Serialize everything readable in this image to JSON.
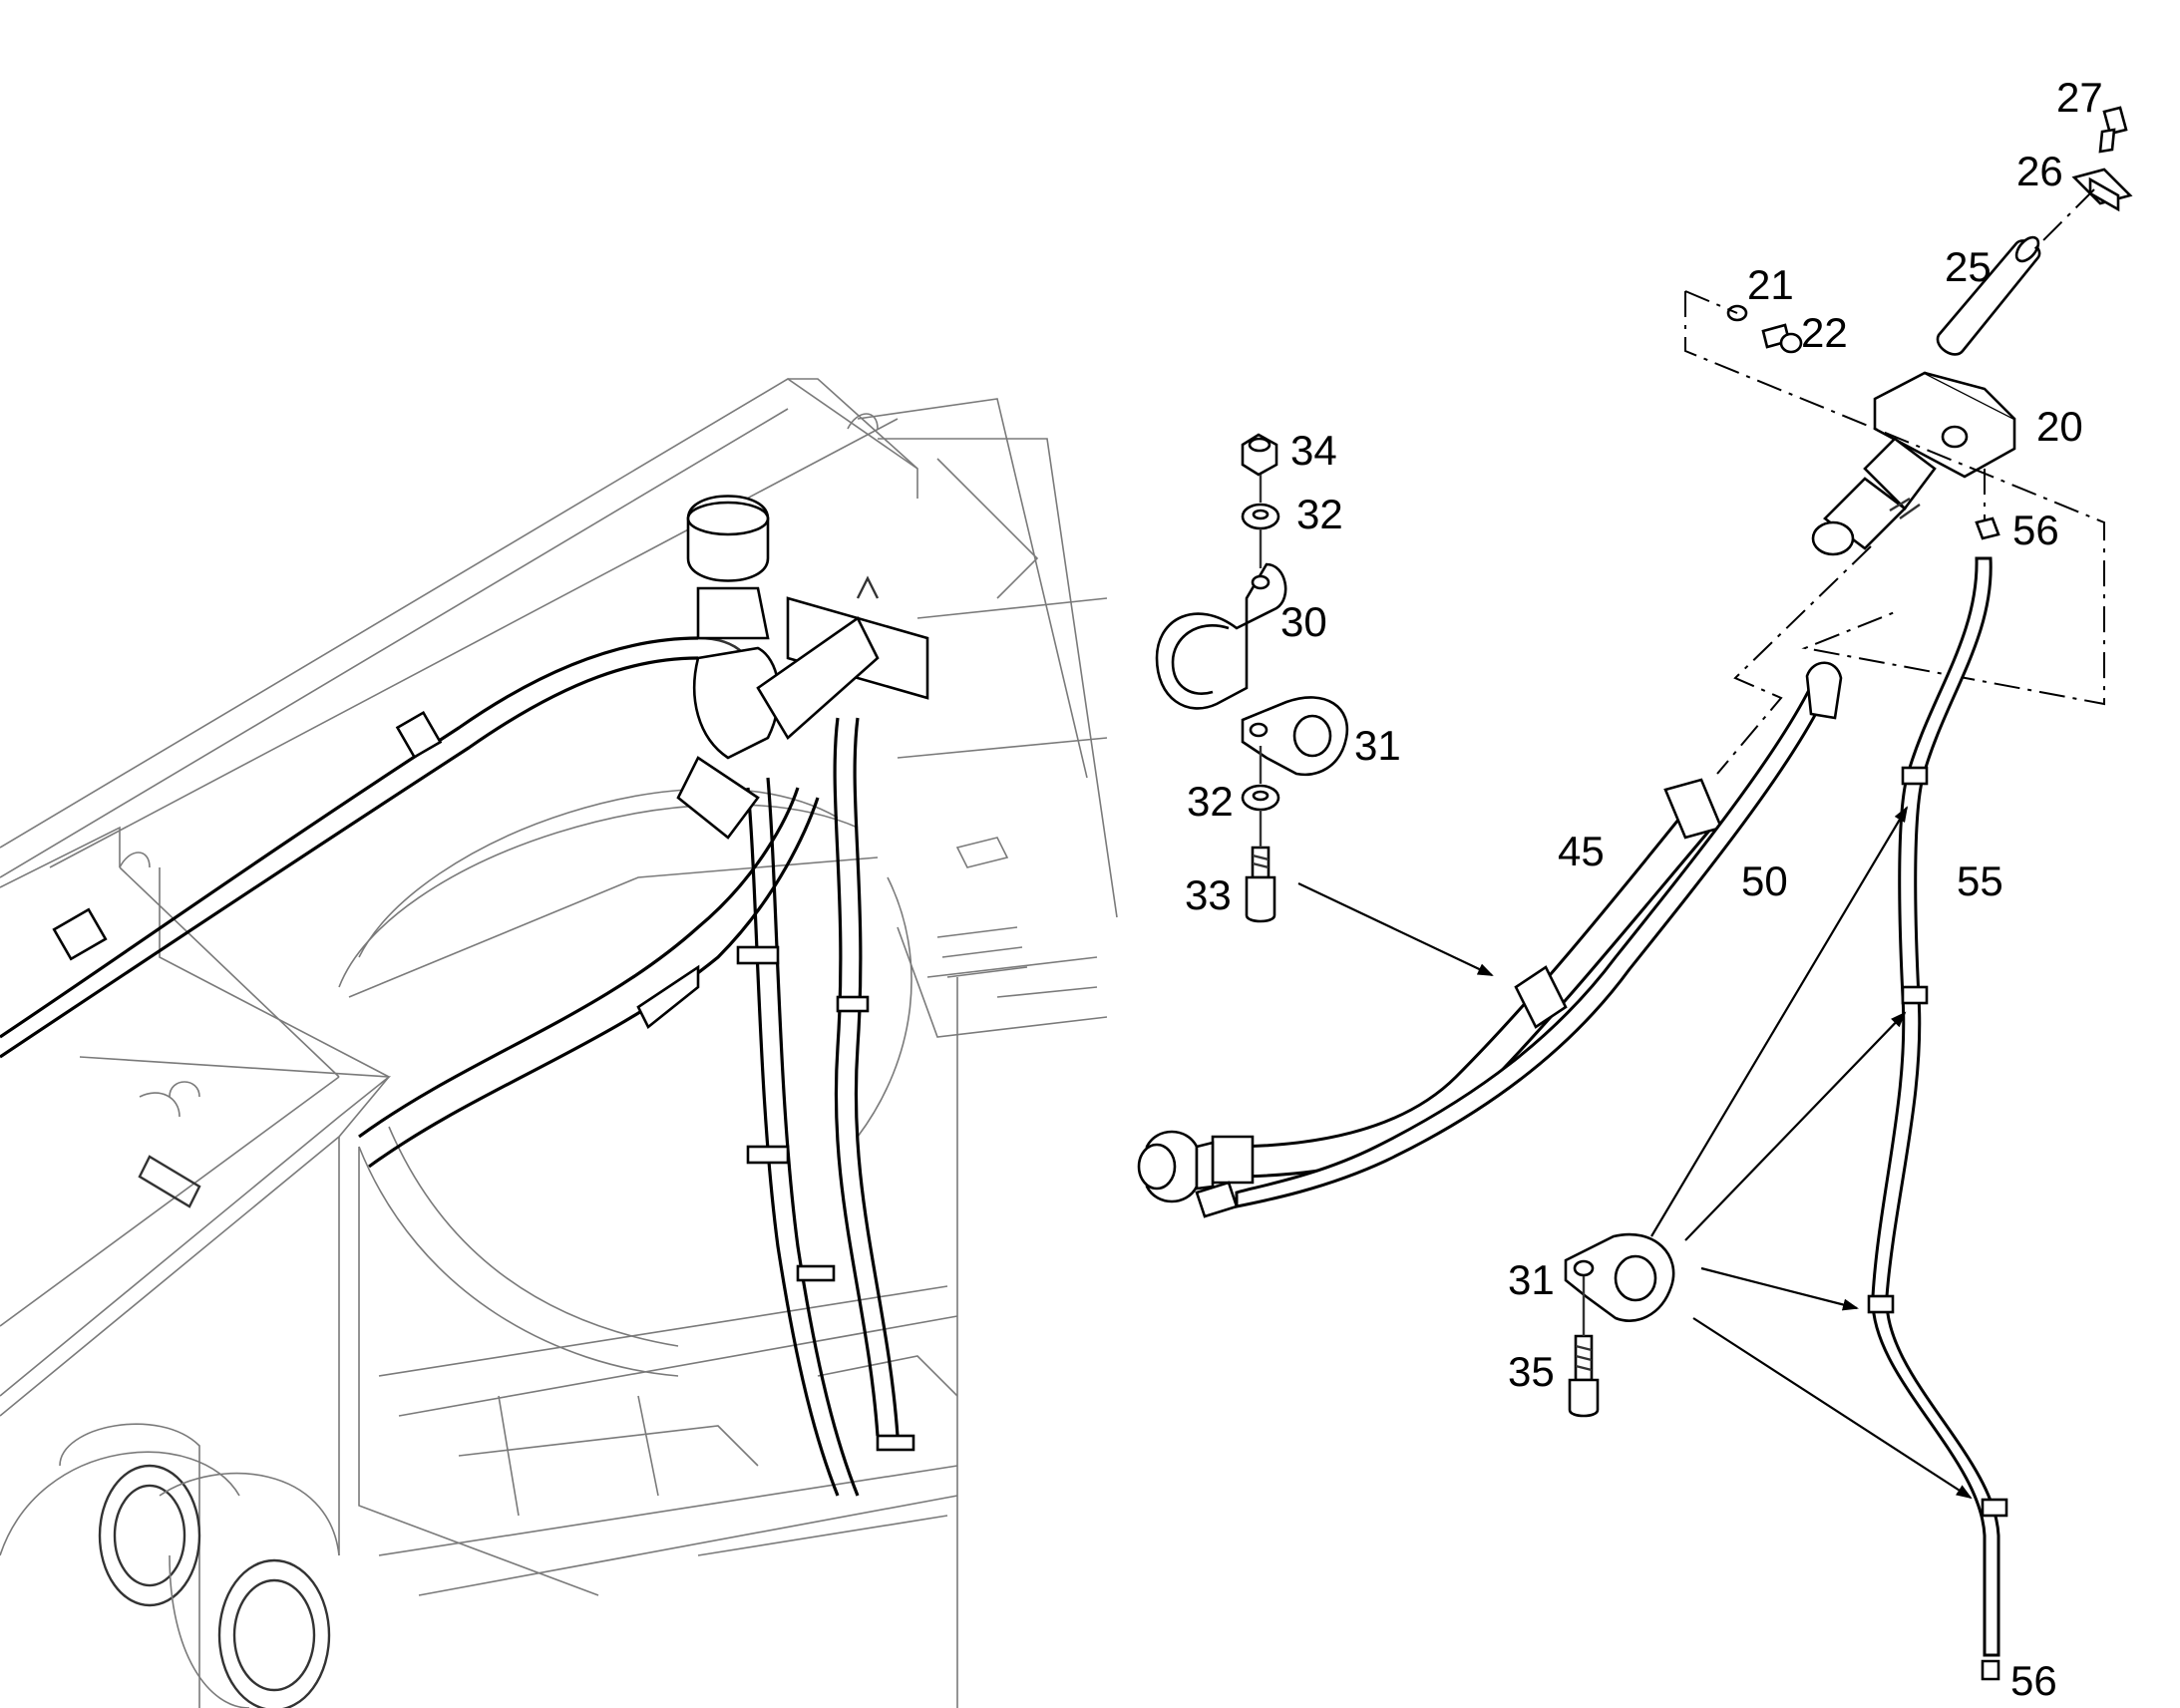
{
  "callouts": {
    "c27": "27",
    "c26": "26",
    "c25": "25",
    "c21": "21",
    "c22": "22",
    "c20": "20",
    "c56a": "56",
    "c34": "34",
    "c32a": "32",
    "c30": "30",
    "c31a": "31",
    "c32b": "32",
    "c33": "33",
    "c45": "45",
    "c50": "50",
    "c55": "55",
    "c31b": "31",
    "c35": "35",
    "c56b": "56"
  }
}
